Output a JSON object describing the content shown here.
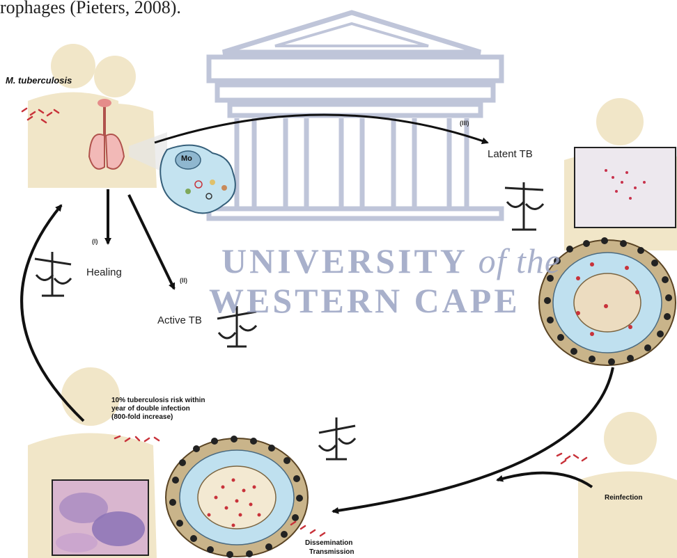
{
  "caption": "rophages (Pieters, 2008).",
  "watermark": {
    "line1": "UNIVERSITY",
    "line1_suffix": "of the",
    "line2": "WESTERN CAPE"
  },
  "labels": {
    "pathogen": "M. tuberculosis",
    "macrophage": "Mo",
    "stage1": "(I)",
    "healing": "Healing",
    "stage2": "(II)",
    "active_tb": "Active TB",
    "stage3": "(III)",
    "latent_tb": "Latent TB",
    "risk_line1": "10% tuberculosis risk within",
    "risk_line2": "year of double infection",
    "risk_line3": "(800-fold increase)",
    "reinfection": "Reinfection",
    "dissemination": "Dissemination",
    "transmission": "Transmission"
  },
  "colors": {
    "body": "#efe3c3",
    "granuloma_ring": "#c9b48a",
    "cell_blue": "#bfe0ef",
    "bacteria": "#c8323a",
    "watermark": "#9aa3c2",
    "tissue_pink": "#e8cbd9",
    "tissue_purple": "#8b73b6"
  }
}
